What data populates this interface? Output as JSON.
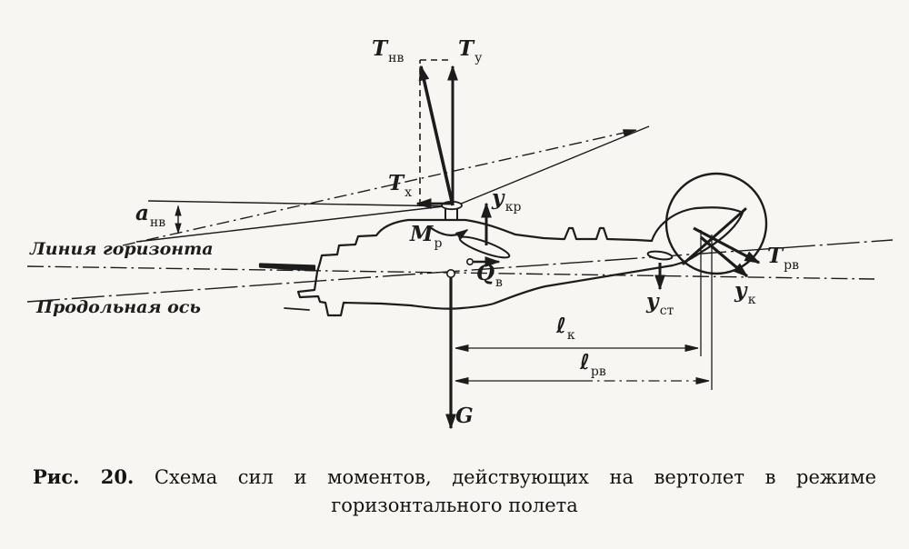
{
  "figure_caption": {
    "prefix": "Рис. 20.",
    "line1": "Схема сил и моментов, действующих на вертолет в режиме",
    "line2": "горизонтального полета"
  },
  "line_labels": {
    "horizon": "Линия горизонта",
    "longitudinal_axis": "Продольная ось"
  },
  "vector_labels": {
    "t_nv": {
      "main": "Т",
      "sub": "нв"
    },
    "t_y": {
      "main": "Т",
      "sub": "у"
    },
    "t_x": {
      "main": "Т",
      "sub": "х"
    },
    "a_nv": {
      "main": "а",
      "sub": "нв"
    },
    "m_r": {
      "main": "М",
      "sub": "р"
    },
    "y_kr": {
      "main": "у",
      "sub": "кр"
    },
    "q_v": {
      "main": "Q",
      "sub": "в"
    },
    "y_st": {
      "main": "у",
      "sub": "ст"
    },
    "y_k": {
      "main": "у",
      "sub": "к"
    },
    "t_rv": {
      "main": "Т",
      "sub": "рв"
    },
    "l_k": {
      "main": "ℓ",
      "sub": "к"
    },
    "l_rv": {
      "main": "ℓ",
      "sub": "рв"
    },
    "g": {
      "main": "G",
      "sub": ""
    }
  },
  "colors": {
    "ink": "#1c1c1c",
    "paper": "#f7f6f2"
  }
}
